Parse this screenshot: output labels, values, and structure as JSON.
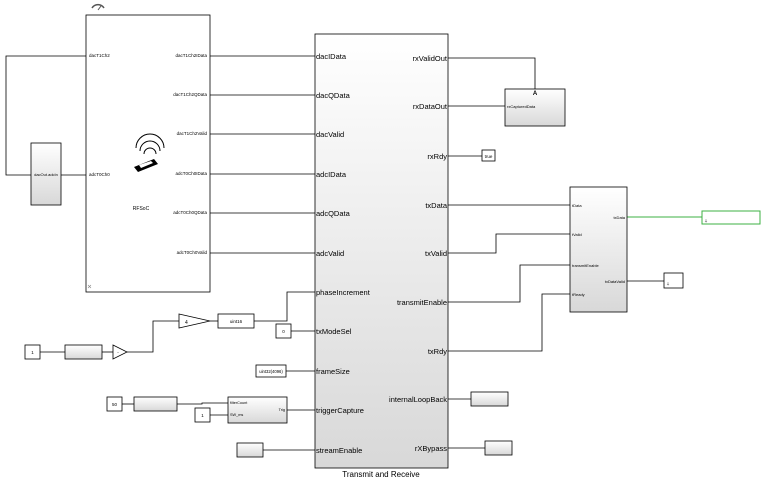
{
  "rfsoc_block": {
    "name": "RFSoC",
    "inputs": [
      "dacT1Ch2"
    ],
    "outputs": [
      "dacT1Ch2IData",
      "dacT1Ch2QData",
      "dacT1Ch2Valid",
      "adcT0Ch0IData",
      "adcT0Ch0QData",
      "adcT0Ch0Valid"
    ],
    "adc_in": "adcT0Ch0"
  },
  "dac_out_block": {
    "label": "dacOut.adcIn"
  },
  "main_block": {
    "name": "Transmit and Receive",
    "inputs": [
      "dacIData",
      "dacQData",
      "dacValid",
      "adcIData",
      "adcQData",
      "adcValid",
      "phaseIncrement",
      "txModeSel",
      "frameSize",
      "triggerCapture",
      "streamEnable"
    ],
    "outputs": [
      "rxValidOut",
      "rxDataOut",
      "rxRdy",
      "txData",
      "txValid",
      "transmitEnable",
      "txRdy",
      "internalLoopBack",
      "rXBypass"
    ]
  },
  "capture_block": {
    "title": "A",
    "label": "rxCapturedData"
  },
  "const_true": "true",
  "tx_block": {
    "inputs": [
      "tData",
      "tValid",
      "transmitEnable",
      "tReady"
    ],
    "outputs": [
      "txData",
      "txDataValid"
    ]
  },
  "consts": {
    "one_a": "1",
    "zero": "0",
    "frame_size": "uint32(4096)",
    "fifty": "50",
    "one_b": "1"
  },
  "gain_label": "4",
  "cast_label": "uint16",
  "trigger_block": {
    "inputs": [
      "filterCount",
      "SW_ms"
    ],
    "output": "Trig"
  }
}
